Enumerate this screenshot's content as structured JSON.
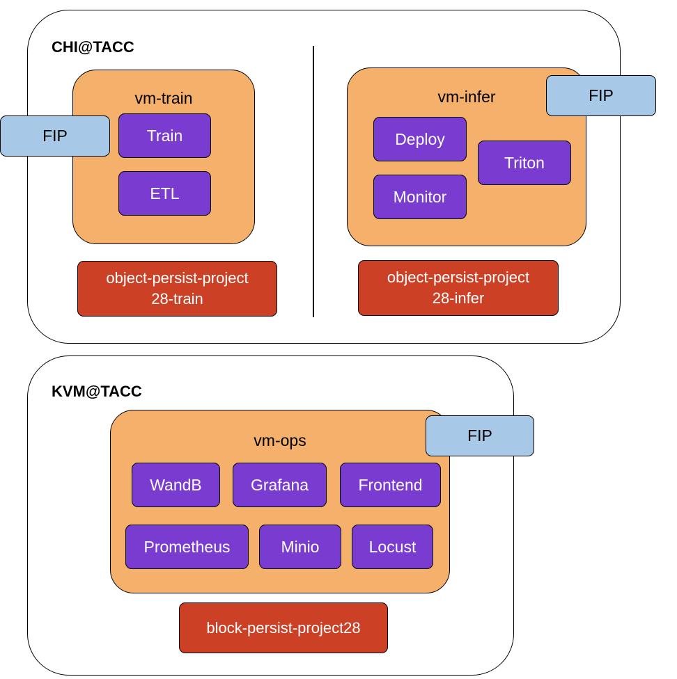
{
  "chi": {
    "label": "CHI@TACC",
    "train": {
      "vm_label": "vm-train",
      "fip": "FIP",
      "services": [
        "Train",
        "ETL"
      ],
      "storage": [
        "object-persist-project",
        "28-train"
      ]
    },
    "infer": {
      "vm_label": "vm-infer",
      "fip": "FIP",
      "services": [
        "Deploy",
        "Monitor",
        "Triton"
      ],
      "storage": [
        "object-persist-project",
        "28-infer"
      ]
    }
  },
  "kvm": {
    "label": "KVM@TACC",
    "vm_label": "vm-ops",
    "fip": "FIP",
    "services": [
      "WandB",
      "Grafana",
      "Frontend",
      "Prometheus",
      "Minio",
      "Locust"
    ],
    "storage": "block-persist-project28"
  },
  "colors": {
    "vm": "#f5b06b",
    "service": "#7a3bd1",
    "fip": "#a7c8e6",
    "storage": "#cc4126"
  }
}
